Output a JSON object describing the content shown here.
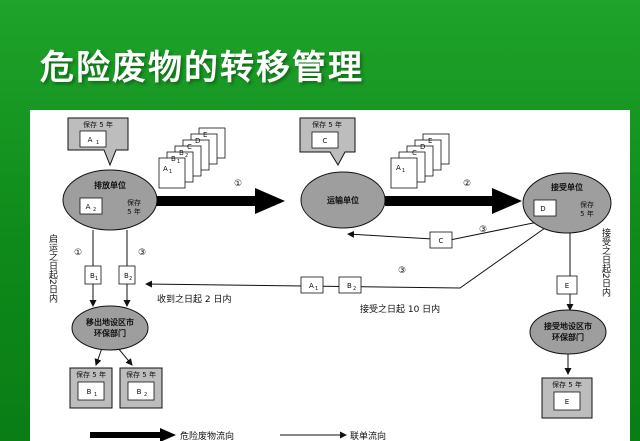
{
  "title": "危险废物的转移管理",
  "nodes": {
    "producer": {
      "label": "排放单位",
      "keep1": "保存",
      "keep2": "5 年",
      "doc": "A",
      "doc_sub": "2"
    },
    "transporter": {
      "label": "运输单位"
    },
    "receiver": {
      "label": "接受单位",
      "keep1": "保存",
      "keep2": "5 年",
      "doc": "D"
    },
    "origin_env": {
      "label1": "移出地设区市",
      "label2": "环保部门"
    },
    "dest_env": {
      "label1": "接受地设区市",
      "label2": "环保部门"
    }
  },
  "callouts": {
    "producer": {
      "label": "保存 5 年",
      "doc": "A",
      "doc_sub": "1"
    },
    "transporter": {
      "label": "保存 5 年",
      "doc": "C"
    },
    "origin_left": {
      "label": "保存 5 年",
      "doc": "B",
      "doc_sub": "1"
    },
    "origin_right": {
      "label": "保存 5 年",
      "doc": "B",
      "doc_sub": "2"
    },
    "dest": {
      "label": "保存 5 年",
      "doc": "E"
    }
  },
  "stacks": {
    "first": [
      "A",
      "B",
      "B",
      "C",
      "D",
      "E"
    ],
    "second": [
      "A",
      "C",
      "D",
      "E"
    ],
    "sub1": "1",
    "sub2": "2"
  },
  "edge_docs": {
    "b1": "B",
    "b1_sub": "1",
    "b2": "B",
    "b2_sub": "2",
    "c": "C",
    "a1": "A",
    "a1_sub": "1",
    "b2_return": "B",
    "b2_return_sub": "2",
    "e": "E"
  },
  "markers": {
    "one": "①",
    "two": "②",
    "three": "③"
  },
  "notes": {
    "left_vertical": "启运之日起2日内",
    "right_vertical": "接受之日起2日内",
    "two_days": "收到之日起 2 日内",
    "ten_days": "接受之日起 10 日内"
  },
  "legend": {
    "waste_flow": "危险废物流向",
    "manifest_flow": "联单流向"
  }
}
